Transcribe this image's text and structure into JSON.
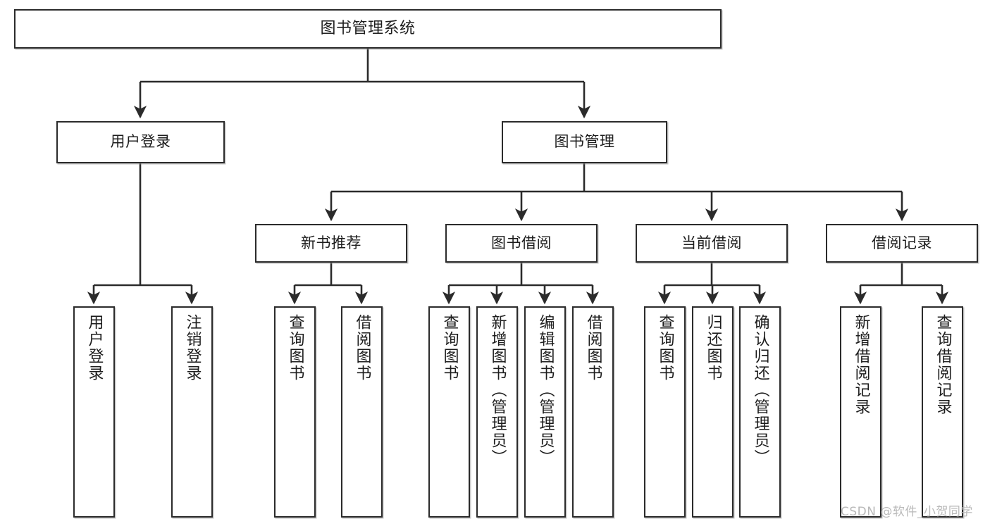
{
  "diagram": {
    "type": "tree-hierarchy-chart",
    "title": "图书管理系统",
    "orientation": "top-down",
    "colors": {
      "box_border": "#2b2b2b",
      "box_fill": "#ffffff",
      "connector": "#2b2b2b",
      "text": "#1d1d1d",
      "watermark": "#b9b9b9",
      "background": "#ffffff"
    },
    "levels": {
      "root": "图书管理系统",
      "level2": [
        "用户登录",
        "图书管理"
      ],
      "level3": [
        "新书推荐",
        "图书借阅",
        "当前借阅",
        "借阅记录"
      ]
    },
    "nodes": {
      "root": {
        "label": "图书管理系统"
      },
      "user_login": {
        "label": "用户登录"
      },
      "book_manage": {
        "label": "图书管理"
      },
      "new_book_rec": {
        "label": "新书推荐"
      },
      "book_borrow": {
        "label": "图书借阅"
      },
      "current_borrow": {
        "label": "当前借阅"
      },
      "borrow_record": {
        "label": "借阅记录"
      },
      "leaf_user_login": {
        "label": "用户登录"
      },
      "leaf_logout": {
        "label": "注销登录"
      },
      "leaf_query_book_1": {
        "label": "查询图书"
      },
      "leaf_borrow_book_1": {
        "label": "借阅图书"
      },
      "leaf_query_book_2": {
        "label": "查询图书"
      },
      "leaf_add_book": {
        "label": "新增图书（管理员）"
      },
      "leaf_edit_book": {
        "label": "编辑图书（管理员）"
      },
      "leaf_borrow_book_2": {
        "label": "借阅图书"
      },
      "leaf_query_book_3": {
        "label": "查询图书"
      },
      "leaf_return_book": {
        "label": "归还图书"
      },
      "leaf_confirm_return": {
        "label": "确认归还（管理员）"
      },
      "leaf_add_record": {
        "label": "新增借阅记录"
      },
      "leaf_query_record": {
        "label": "查询借阅记录"
      }
    },
    "watermark": "CSDN @软件_小贺同学"
  }
}
